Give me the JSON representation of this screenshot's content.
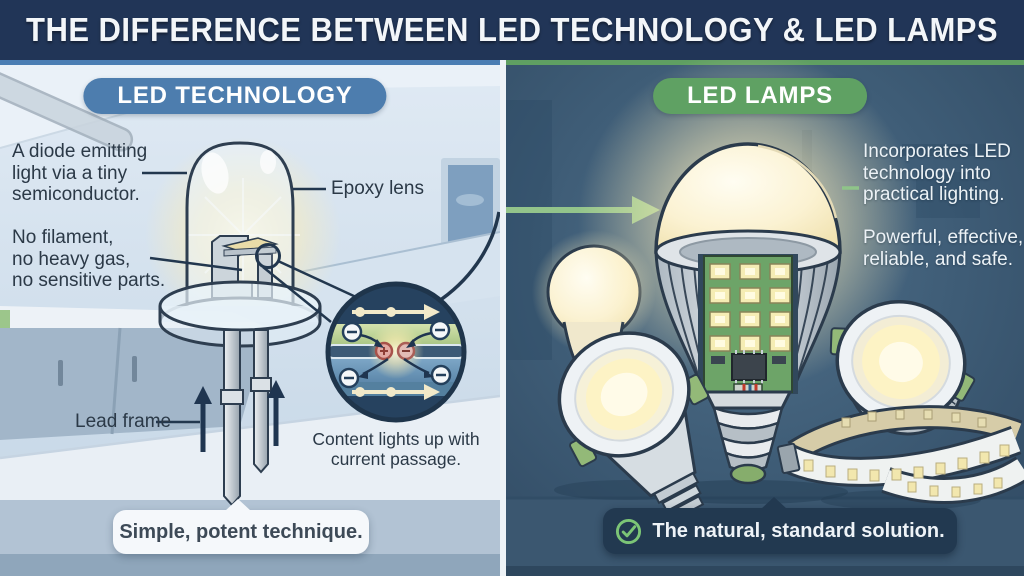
{
  "title": "THE DIFFERENCE BETWEEN LED TECHNOLOGY & LED LAMPS",
  "left_panel": {
    "header": "LED TECHNOLOGY",
    "diode_note": "A diode emitting\nlight via a tiny\nsemiconductor.",
    "filament_note": "No filament,\nno heavy gas,\nno sensitive parts.",
    "epoxy_label": "Epoxy lens",
    "lead_frame_label": "Lead frame",
    "magnifier_caption": "Content lights up with\ncurrent passage.",
    "footer_note": "Simple, potent technique."
  },
  "right_panel": {
    "header": "LED LAMPS",
    "incorporates_note": "Incorporates LED\ntechnology into\npractical lighting.",
    "powerful_note": "Powerful, effective,\nreliable, and safe.",
    "footer_note": "The natural, standard solution."
  },
  "icons": {
    "check": "check-icon",
    "flow_arrow": "green-flow-arrow-icon",
    "up_arrows": "up-arrow-icon",
    "magnifier": "magnifier-circle"
  },
  "colors": {
    "title_bar_bg": "#213557",
    "left_header_pill": "#4d7dae",
    "right_header_pill": "#5fa163",
    "left_panel_bg": "#cddcea",
    "right_panel_bg": "#3e5c76",
    "flow_arrow_green": "#93c48b",
    "check_green": "#7cc576",
    "dark_text": "#2b3947",
    "light_text": "#ecf2f6",
    "left_footer_bubble_bg": "#f5f8fb",
    "right_footer_bubble_bg": "#223950"
  }
}
